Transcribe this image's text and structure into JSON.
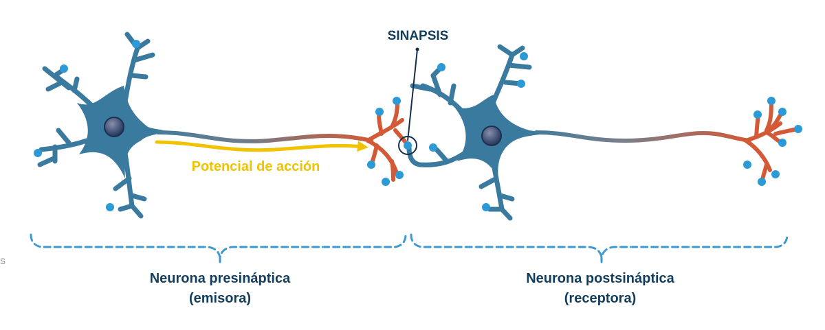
{
  "diagram": {
    "title": "SINAPSIS",
    "action_potential_label": "Potencial de acción",
    "neurons": [
      {
        "role": "presynaptic",
        "name": "Neurona presináptica",
        "subtitle": "(emisora)"
      },
      {
        "role": "postsynaptic",
        "name": "Neurona postsináptica",
        "subtitle": "(receptora)"
      }
    ],
    "colors": {
      "neuron_body": "#3a7a9e",
      "nucleus": "#2f4566",
      "dendrite_tip": "#2b9ad6",
      "axon_terminal": "#d25a36",
      "action_potential": "#f0c200",
      "label_text": "#123d5c",
      "brace": "#3d9ad0"
    },
    "stray_glyph": "S"
  }
}
